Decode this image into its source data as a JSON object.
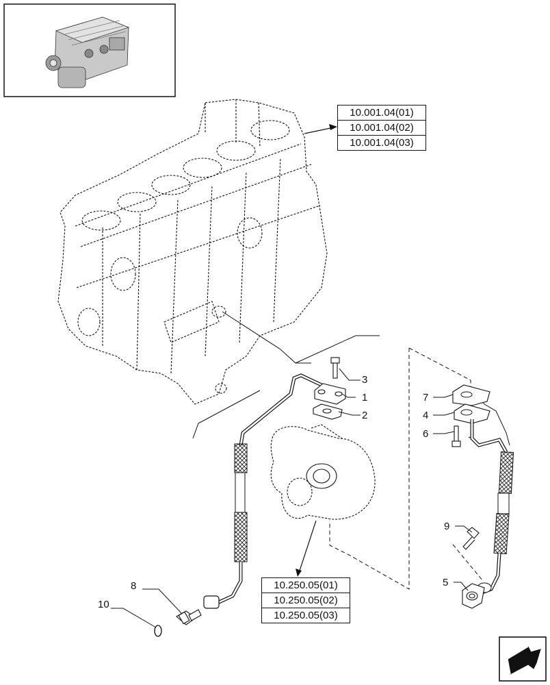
{
  "reference_boxes": {
    "engine_block": [
      "10.001.04(01)",
      "10.001.04(02)",
      "10.001.04(03)"
    ],
    "turbocharger": [
      "10.250.05(01)",
      "10.250.05(02)",
      "10.250.05(03)"
    ]
  },
  "callouts": {
    "p1": "1",
    "p2": "2",
    "p3": "3",
    "p4": "4",
    "p5": "5",
    "p6": "6",
    "p7": "7",
    "p8": "8",
    "p9": "9",
    "p10": "10"
  },
  "icons": {
    "thumbnail": "engine-thumbnail-icon",
    "next_page": "next-page-arrow-icon"
  },
  "colors": {
    "line": "#111111",
    "background": "#ffffff"
  }
}
